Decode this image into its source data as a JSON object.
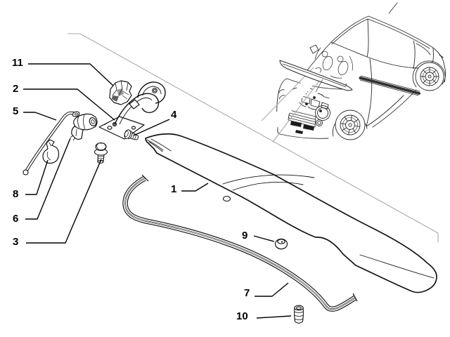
{
  "figure": {
    "background_color": "#ffffff",
    "line_color": "#1a1a1a",
    "wedge_line_color": "#a9a9a9",
    "shade_color": "#1c1c1c"
  },
  "callouts": [
    {
      "label": "11"
    },
    {
      "label": "2"
    },
    {
      "label": "5"
    },
    {
      "label": "8"
    },
    {
      "label": "6"
    },
    {
      "label": "3"
    },
    {
      "label": "4"
    },
    {
      "label": "1"
    },
    {
      "label": "9"
    },
    {
      "label": "7"
    },
    {
      "label": "10"
    }
  ]
}
